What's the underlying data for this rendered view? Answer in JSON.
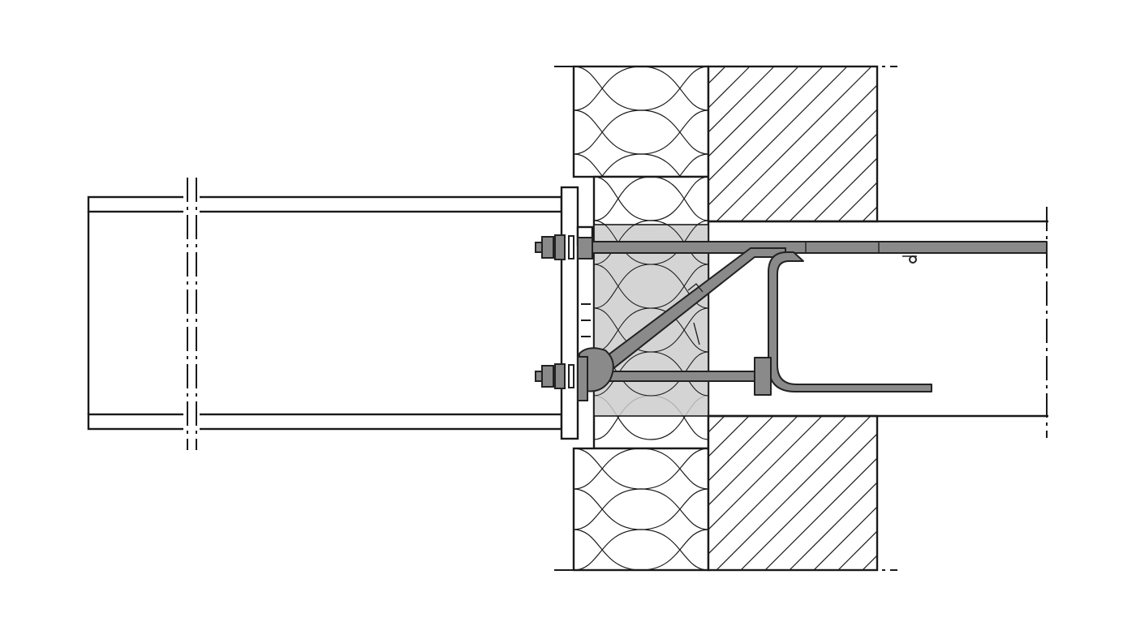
{
  "drawing": {
    "kind": "technical-section-detail",
    "annotations": [],
    "colors": {
      "line": "#1a1a1a",
      "insulation_fill": "#ffffff",
      "sleeve_fill": "#cccccc",
      "steel_fill": "#8a8a8a",
      "steel_stroke": "#222222",
      "background": "#ffffff"
    },
    "components": {
      "steel_beam": {
        "web_break": true
      },
      "end_plate": {
        "bolts": 2
      },
      "insulation_layers": 4,
      "masonry_hatch": true,
      "concrete_slab": true,
      "thermal_break_element": {
        "tension_bar": true,
        "diagonal_bar": true,
        "stirrup": true
      }
    }
  }
}
